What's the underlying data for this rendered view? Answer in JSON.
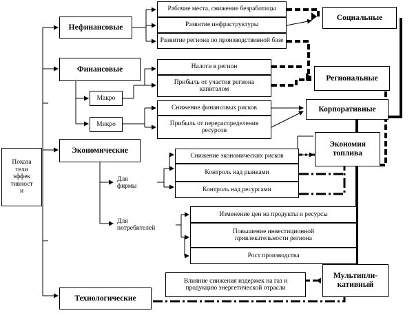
{
  "root": {
    "label": "Показа\nтели\nэффек\nтивност\nи"
  },
  "categories": {
    "nonfinancial": "Нефинансовые",
    "financial": "Финансовые",
    "economic": "Экономические",
    "technological": "Технологические"
  },
  "sublevels": {
    "macro": "Макро",
    "micro": "Микро",
    "firm": "Для\nфирмы",
    "consumer": "Для\nпотребителей"
  },
  "nonfin_items": [
    "Рабочие места, снижение безработицы",
    "Развитие инфраструктуры",
    "Развитие региона по производственной базе"
  ],
  "fin_macro_items": [
    "Налоги в регион",
    "Прибыль от участия региона\nкапиталом"
  ],
  "fin_micro_items": [
    "Снижение финансовых рисков",
    "Прибыль от перераспределения\nресурсов"
  ],
  "firm_items": [
    "Снижение экономических рисков",
    "Контроль над рынками",
    "Контроль над ресурсами"
  ],
  "consumer_items": [
    "Изменение цен на продукты и ресурсы",
    "Повышение инвестиционной\nпривлекательности региона",
    "Рост производства"
  ],
  "tech_item": "Влияние снижения издержек на газ и\nпродукцию энергетической отрасли",
  "outcomes": {
    "social": "Социальные",
    "regional": "Региональные",
    "corporate": "Корпоративные",
    "fuel_economy": "Экономия\nтоплива",
    "multiplicative": "Мультипли-\nкативный"
  }
}
